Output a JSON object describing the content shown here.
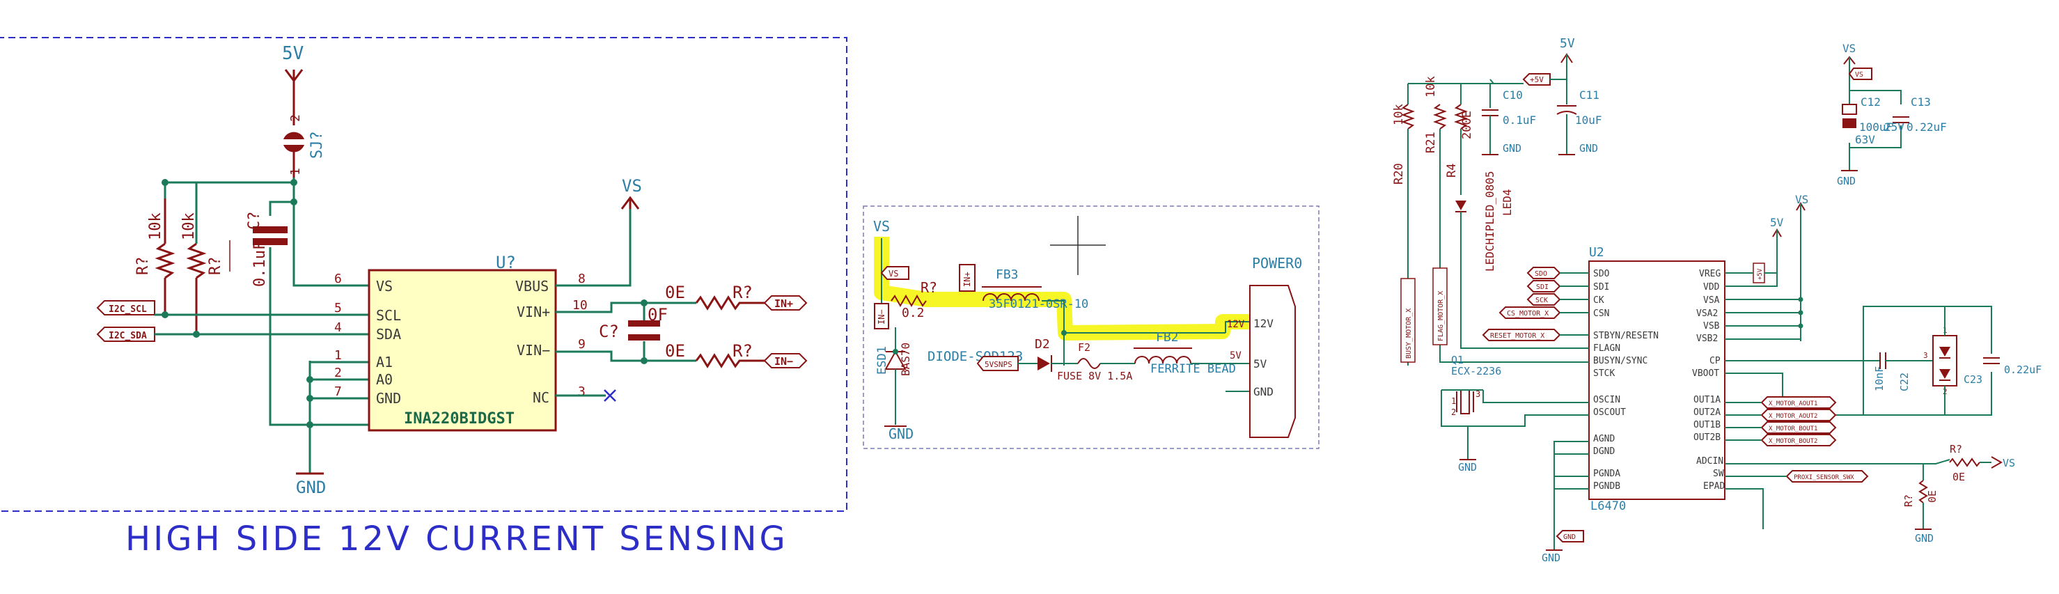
{
  "left": {
    "title": "HIGH SIDE 12V CURRENT SENSING",
    "ic_ref": "U?",
    "ic_part": "INA220BIDGST",
    "pins_left": [
      "VS",
      "SCL",
      "SDA",
      "A1",
      "A0",
      "GND"
    ],
    "pins_left_num": [
      "6",
      "5",
      "4",
      "1",
      "2",
      "7"
    ],
    "pins_right": [
      "VBUS",
      "VIN+",
      "VIN−",
      "NC"
    ],
    "pins_right_num": [
      "8",
      "10",
      "9",
      "3"
    ],
    "net_5v": "5V",
    "net_vs": "VS",
    "net_gnd": "GND",
    "jumper": "SJ?",
    "jumper_pin_top": "2",
    "jumper_pin_bot": "1",
    "r1_ref": "R?",
    "r1_val": "10k",
    "r2_ref": "R?",
    "r2_val": "10k",
    "c1_ref": "C?",
    "c1_val": "0.1uF",
    "c2_ref": "C?",
    "c2_val": "0F",
    "r3_val": "0E",
    "r3_ref": "R?",
    "r4_val": "0E",
    "r4_ref": "R?",
    "flag_scl": "I2C_SCL",
    "flag_sda": "I2C_SDA",
    "flag_inp": "IN+",
    "flag_inn": "IN−"
  },
  "middle": {
    "net_vs": "VS",
    "flag_vs": "VS",
    "flag_in_plus": "IN+",
    "flag_in_minus": "IN−",
    "r_ref": "R?",
    "r_val": "0.2",
    "fb3_ref": "FB3",
    "fb3_val": "35F0121-0SR-10",
    "esd_ref": "ESD1",
    "esd_val": "BAS70",
    "d2_val": "DIODE-SOD123",
    "d2_ref": "D2",
    "flag_5vsnps": "5VSNPS",
    "f2_ref": "F2",
    "f2_val": "FUSE 8V 1.5A",
    "fb2_ref": "FB2",
    "fb2_val": "FERRITE BEAD",
    "power_ref": "POWER0",
    "power_pins": [
      "12V",
      "5V",
      "GND"
    ],
    "net_gnd": "GND"
  },
  "right": {
    "r20_ref": "R20",
    "r20_val": "10k",
    "r21_ref": "R21",
    "r21_val": "10k",
    "r4_ref": "R4",
    "r4_val": "200E",
    "led_ref": "LED4",
    "led_val": "LEDCHIPLED_0805",
    "net_5v_top": "5V",
    "flag_5v_small": "+5V",
    "c10_ref": "C10",
    "c10_val": "0.1uF",
    "c11_ref": "C11",
    "c11_val": "10uF",
    "gnd": "GND",
    "net_vs_top": "VS",
    "flag_vs_small": "VS",
    "c12_ref": "C12",
    "c12_val": "100uF",
    "c12_volt": "63V",
    "c13_ref": "C13",
    "c13_val": "0.22uF",
    "c13_volt": "25V",
    "u2_ref": "U2",
    "u2_part": "L6470",
    "u2_left": [
      "SDO",
      "SDI",
      "CK",
      "CSN",
      "STBYN/RESETN",
      "FLAGN",
      "BUSYN/SYNC",
      "STCK",
      "OSCIN",
      "OSCOUT",
      "AGND",
      "DGND",
      "PGNDA",
      "PGNDB"
    ],
    "u2_right": [
      "VREG",
      "VDD",
      "VSA",
      "VSA2",
      "VSB",
      "VSB2",
      "CP",
      "VBOOT",
      "OUT1A",
      "OUT2A",
      "OUT1B",
      "OUT2B",
      "ADCIN",
      "SW",
      "EPAD"
    ],
    "flags_left": [
      "SDO",
      "SDI",
      "SCK",
      "CS_MOTOR_X",
      "RESET_MOTOR_X"
    ],
    "flag_busy": "BUSY_MOTOR_X",
    "flag_flag": "FLAG_MOTOR_X",
    "net_5v_vdd": "5V",
    "flag_5v_vdd": "+5V",
    "net_vs_vsa": "VS",
    "c22_ref": "C22",
    "c22_val": "10nF",
    "c23_ref": "C23",
    "c23_val": "0.22uF",
    "d_pins": [
      "1",
      "3",
      "2"
    ],
    "flags_out": [
      "X_MOTOR_AOUT1",
      "X_MOTOR_AOUT2",
      "X_MOTOR_BOUT1",
      "X_MOTOR_BOUT2"
    ],
    "flag_proxi": "PROXI_SENSOR_SWX",
    "q1_ref": "Q1",
    "q1_val": "ECX-2236",
    "q1_pins": [
      "1",
      "2",
      "3"
    ],
    "rq_ref": "R?",
    "rq_val": "0E",
    "rv_ref": "R?",
    "rv_val": "0E",
    "net_vs_adc": "VS",
    "flag_gnd": "GND"
  },
  "colors": {
    "wire": "#1a7a5a",
    "part": "#8a1414",
    "text": "#2b7ea6",
    "frame": "#2d2dc8",
    "highlight": "#f4f400",
    "ic_fill": "#ffffc4"
  }
}
